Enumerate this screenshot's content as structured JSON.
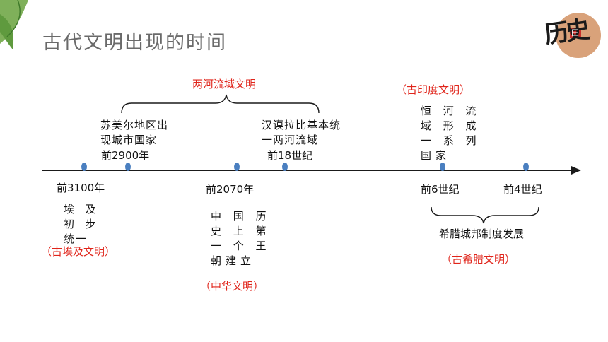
{
  "title": "古代文明出现的时间",
  "logo": {
    "main": "历史",
    "seal": "田"
  },
  "colors": {
    "axis": "#1a1a1a",
    "dot": "#4a7fc0",
    "civ_label": "#e0251b",
    "title": "#6a6a6a"
  },
  "timeline": {
    "points": [
      {
        "date": "前3100年",
        "event": "埃  及\n初  步\n统一",
        "civilization": "（古埃及文明）"
      },
      {
        "date": "前2900年",
        "event": "苏美尔地区出\n现城市国家"
      },
      {
        "date": "前2070年",
        "event": "中 国 历\n史 上 第\n一 个 王\n朝建立",
        "civilization": "（中华文明）"
      },
      {
        "date": "前18世纪",
        "event": "汉谟拉比基本统\n一两河流域"
      },
      {
        "date": "前6世纪",
        "event": "恒 河 流\n域 形 成\n一 系 列\n国家"
      },
      {
        "date": "前4世纪"
      }
    ],
    "groups": [
      {
        "label": "两河流域文明"
      },
      {
        "label": "（古印度文明）"
      },
      {
        "label": "希腊城邦制度发展",
        "civilization": "（古希腊文明）"
      }
    ]
  }
}
